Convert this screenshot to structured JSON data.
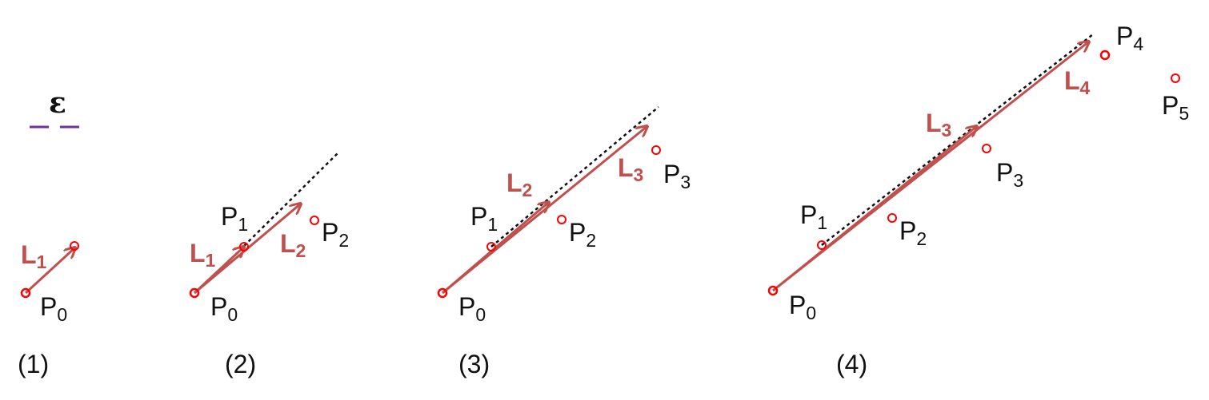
{
  "colors": {
    "vector": "#c0504d",
    "point": "#ff0000",
    "guide": "#111111",
    "epsilon_line": "#7030a0",
    "text": "#111111"
  },
  "epsilon": {
    "symbol": "ε"
  },
  "panels": [
    {
      "caption": "(1)",
      "points": [
        {
          "letter": "P",
          "sub": "0"
        }
      ],
      "vectors": [
        {
          "letter": "L",
          "sub": "1"
        }
      ]
    },
    {
      "caption": "(2)",
      "points": [
        {
          "letter": "P",
          "sub": "0"
        },
        {
          "letter": "P",
          "sub": "1"
        },
        {
          "letter": "P",
          "sub": "2"
        }
      ],
      "vectors": [
        {
          "letter": "L",
          "sub": "1"
        },
        {
          "letter": "L",
          "sub": "2"
        }
      ]
    },
    {
      "caption": "(3)",
      "points": [
        {
          "letter": "P",
          "sub": "0"
        },
        {
          "letter": "P",
          "sub": "1"
        },
        {
          "letter": "P",
          "sub": "2"
        },
        {
          "letter": "P",
          "sub": "3"
        }
      ],
      "vectors": [
        {
          "letter": "L",
          "sub": "2"
        },
        {
          "letter": "L",
          "sub": "3"
        }
      ]
    },
    {
      "caption": "(4)",
      "points": [
        {
          "letter": "P",
          "sub": "0"
        },
        {
          "letter": "P",
          "sub": "1"
        },
        {
          "letter": "P",
          "sub": "2"
        },
        {
          "letter": "P",
          "sub": "3"
        },
        {
          "letter": "P",
          "sub": "4"
        },
        {
          "letter": "P",
          "sub": "5"
        }
      ],
      "vectors": [
        {
          "letter": "L",
          "sub": "3"
        },
        {
          "letter": "L",
          "sub": "4"
        }
      ]
    }
  ]
}
